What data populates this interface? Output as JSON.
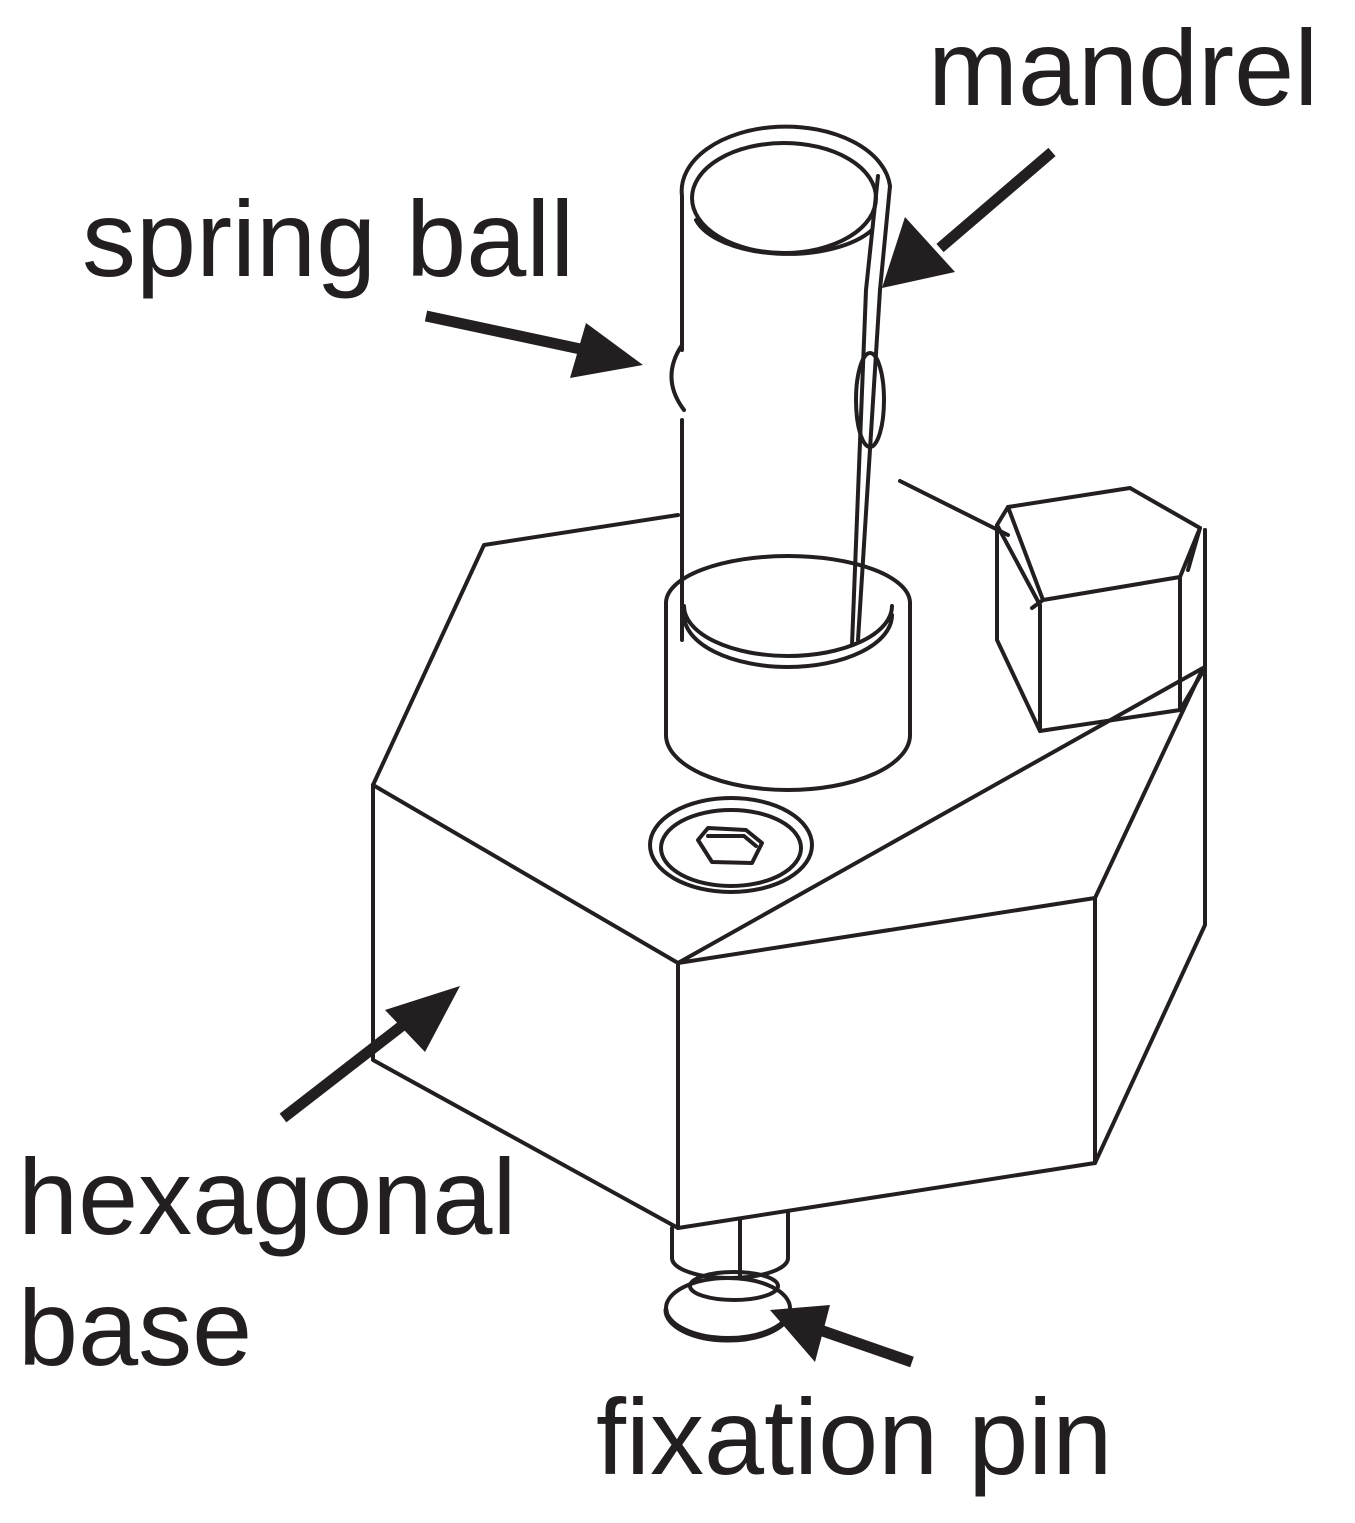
{
  "labels": {
    "mandrel": "mandrel",
    "spring_ball": "spring ball",
    "hexagonal_base_line1": "hexagonal",
    "hexagonal_base_line2": "base",
    "fixation_pin": "fixation pin"
  },
  "colors": {
    "ink": "#231f20",
    "background": "#ffffff"
  }
}
